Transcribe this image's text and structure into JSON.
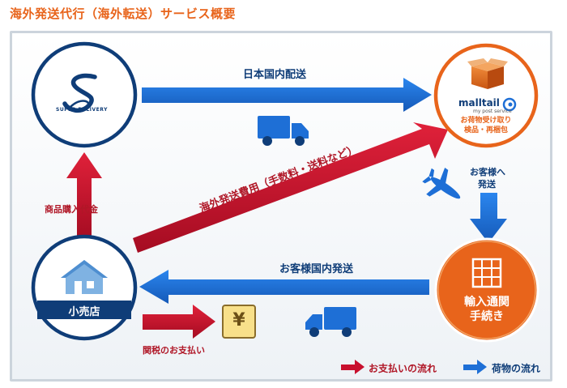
{
  "title": "海外発送代行（海外転送）サービス概要",
  "nodes": {
    "super_delivery": {
      "logo_text": "SUPER DELIVERY"
    },
    "malltail": {
      "brand": "malltail",
      "tagline": "my post service",
      "desc_line1": "お荷物受け取り",
      "desc_line2": "検品・再梱包"
    },
    "retailer": {
      "label": "小売店"
    },
    "customs": {
      "line1": "輸入通関",
      "line2": "手続き"
    },
    "yen": {
      "symbol": "¥"
    }
  },
  "flows": {
    "domestic_jp": "日本国内配送",
    "to_customer_line1": "お客様へ",
    "to_customer_line2": "発送",
    "customer_domestic": "お客様国内発送",
    "purchase_payment": "商品購入代金",
    "overseas_fee": "海外発送費用（手数料・送料など）",
    "tax_payment": "関税のお支払い"
  },
  "legend": {
    "payment_flow": "お支払いの流れ",
    "goods_flow": "荷物の流れ"
  },
  "colors": {
    "title": "#e8641b",
    "goods_arrow": "#1e6fd6",
    "payment_arrow": "#c8102e",
    "navy": "#0f3d78",
    "orange": "#e8641b",
    "yellow": "#f8e08a"
  }
}
